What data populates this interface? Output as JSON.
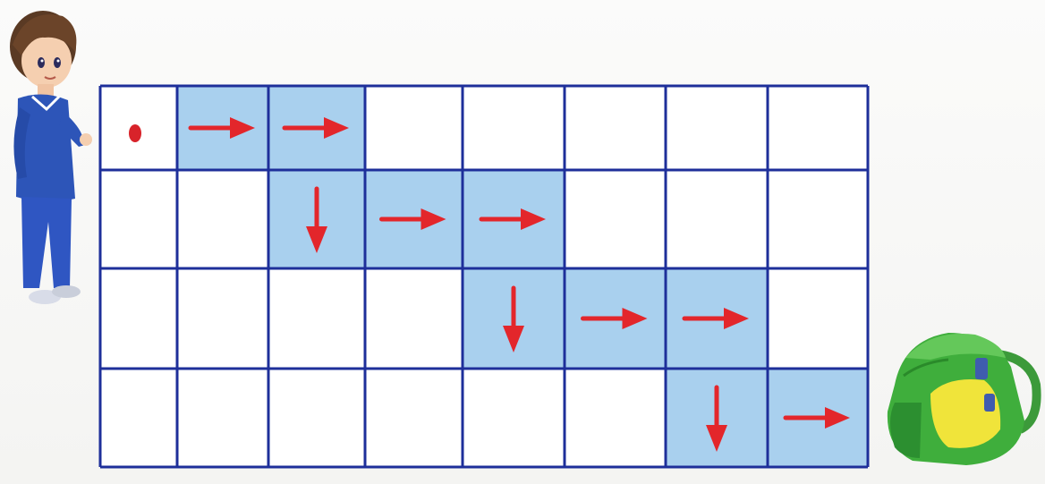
{
  "puzzle": {
    "rows": 4,
    "cols": 8,
    "start": {
      "row": 0,
      "col": 0
    },
    "path": [
      {
        "row": 0,
        "col": 1,
        "dir": "right"
      },
      {
        "row": 0,
        "col": 2,
        "dir": "right"
      },
      {
        "row": 1,
        "col": 2,
        "dir": "down"
      },
      {
        "row": 1,
        "col": 3,
        "dir": "right"
      },
      {
        "row": 1,
        "col": 4,
        "dir": "right"
      },
      {
        "row": 2,
        "col": 4,
        "dir": "down"
      },
      {
        "row": 2,
        "col": 5,
        "dir": "right"
      },
      {
        "row": 2,
        "col": 6,
        "dir": "right"
      },
      {
        "row": 3,
        "col": 6,
        "dir": "down"
      },
      {
        "row": 3,
        "col": 7,
        "dir": "right"
      }
    ]
  },
  "colors": {
    "grid_line": "#1e2f9a",
    "highlight_cell": "#a9d0ee",
    "plain_cell": "#ffffff",
    "arrow": "#e3262b",
    "start_dot": "#d8232a"
  },
  "characters": {
    "boy": "boy-figure",
    "goal": "backpack-icon"
  }
}
